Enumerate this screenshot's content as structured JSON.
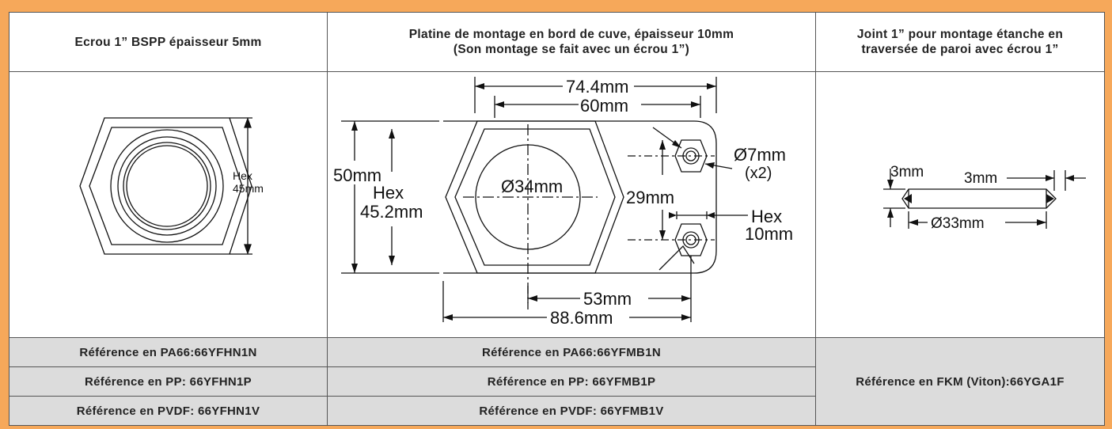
{
  "headers": {
    "col1": "Ecrou 1” BSPP épaisseur 5mm",
    "col2_line1": "Platine de montage en bord de cuve, épaisseur 10mm",
    "col2_line2": "(Son montage se fait avec un écrou 1”)",
    "col3_line1": "Joint 1” pour montage étanche en",
    "col3_line2": "traversée de paroi avec écrou 1”"
  },
  "nut_drawing": {
    "label_hex": "Hex",
    "label_size": "45mm"
  },
  "plate_drawing": {
    "dim_74": "74.4mm",
    "dim_60": "60mm",
    "dim_50": "50mm",
    "dim_hex": "Hex",
    "dim_452": "45.2mm",
    "dim_34": "Ø34mm",
    "dim_29": "29mm",
    "dim_7": "Ø7mm",
    "dim_x2": "(x2)",
    "dim_hex_small": "Hex",
    "dim_10": "10mm",
    "dim_53": "53mm",
    "dim_886": "88.6mm"
  },
  "seal_drawing": {
    "dim_3a": "3mm",
    "dim_3b": "3mm",
    "dim_33": "Ø33mm"
  },
  "references": {
    "nut_pa66": "Référence en PA66:66YFHN1N",
    "nut_pp": "Référence en PP: 66YFHN1P",
    "nut_pvdf": "Référence en PVDF: 66YFHN1V",
    "plate_pa66": "Référence en PA66:66YFMB1N",
    "plate_pp": "Référence en PP: 66YFMB1P",
    "plate_pvdf": "Référence en PVDF: 66YFMB1V",
    "seal_fkm": "Référence en FKM (Viton):66YGA1F"
  },
  "colors": {
    "frame": "#f6a85a",
    "ref_bg": "#dcdcdc",
    "line": "#111111"
  }
}
